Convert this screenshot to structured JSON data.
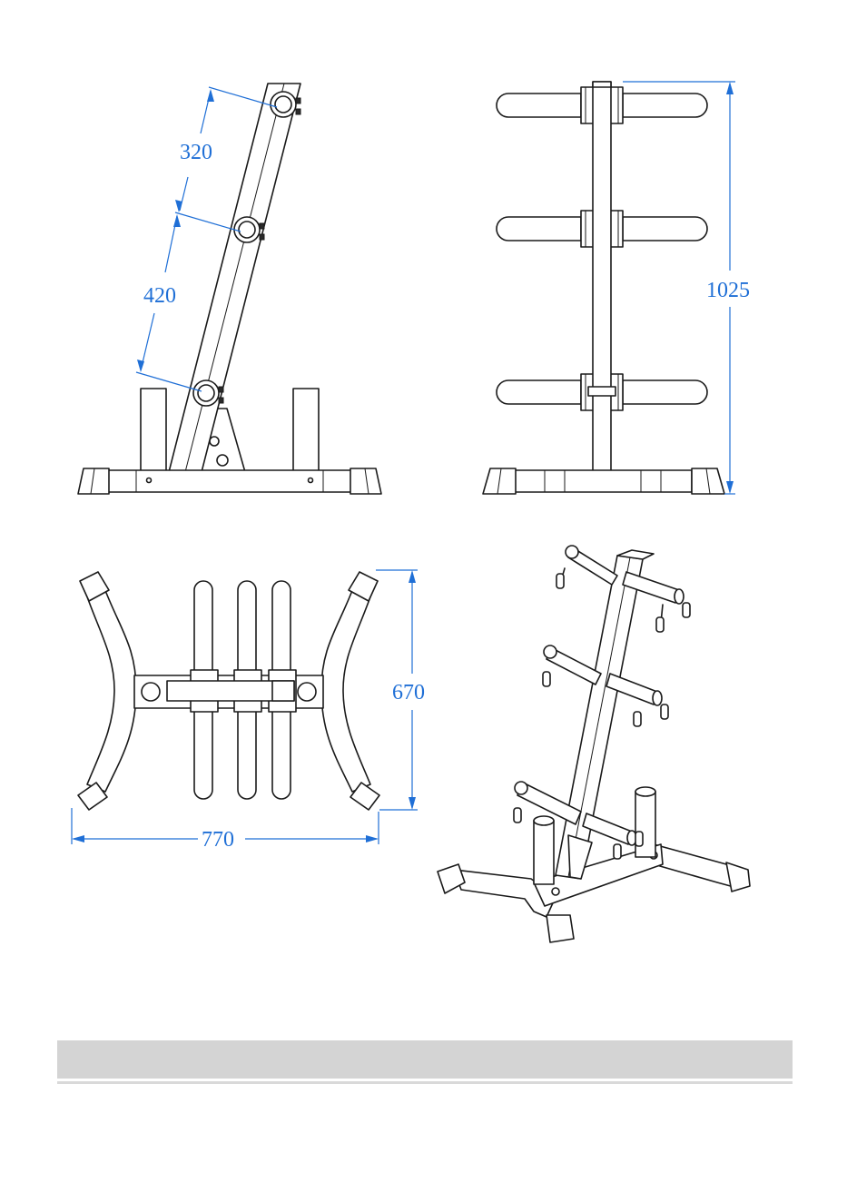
{
  "dimensions": {
    "tube_spacing_upper": "320",
    "tube_spacing_lower": "420",
    "overall_height": "1025",
    "overall_depth": "670",
    "overall_width": "770"
  },
  "colors": {
    "dimension": "#1f6fd6",
    "outline": "#1a1a1a",
    "footer_bar": "#d4d4d4"
  }
}
